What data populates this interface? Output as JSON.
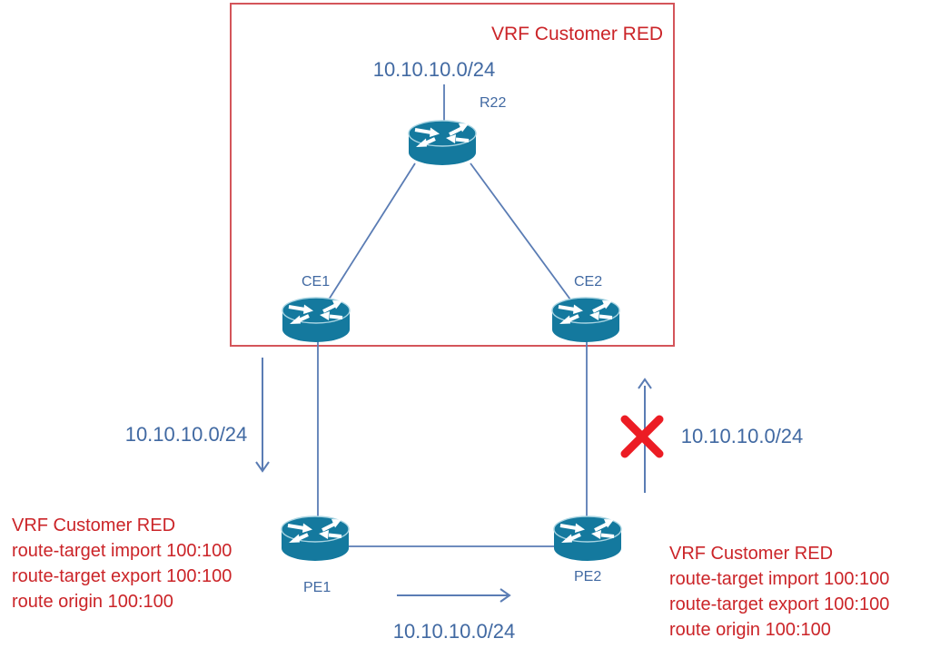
{
  "colors": {
    "blue_text": "#4169a2",
    "line_blue": "#5a7cb4",
    "red_text": "#cb2428",
    "x_red": "#ec1c24",
    "box_border": "#d4555a",
    "router_teal": "#14799e"
  },
  "vrf_box": {
    "title": "VRF Customer RED"
  },
  "nodes": {
    "r22": {
      "label": "R22"
    },
    "ce1": {
      "label": "CE1"
    },
    "ce2": {
      "label": "CE2"
    },
    "pe1": {
      "label": "PE1"
    },
    "pe2": {
      "label": "PE2"
    }
  },
  "prefixes": {
    "top": "10.10.10.0/24",
    "ce1_to_pe1": "10.10.10.0/24",
    "ce2_to_pe2_blocked": "10.10.10.0/24",
    "pe1_to_pe2": "10.10.10.0/24"
  },
  "annotations": {
    "pe1_vrf": {
      "lines": [
        "VRF Customer RED",
        "route-target import 100:100",
        "route-target export 100:100",
        "route origin 100:100"
      ]
    },
    "pe2_vrf": {
      "lines": [
        "VRF Customer RED",
        "route-target import 100:100",
        "route-target export 100:100",
        "route origin 100:100"
      ]
    }
  }
}
